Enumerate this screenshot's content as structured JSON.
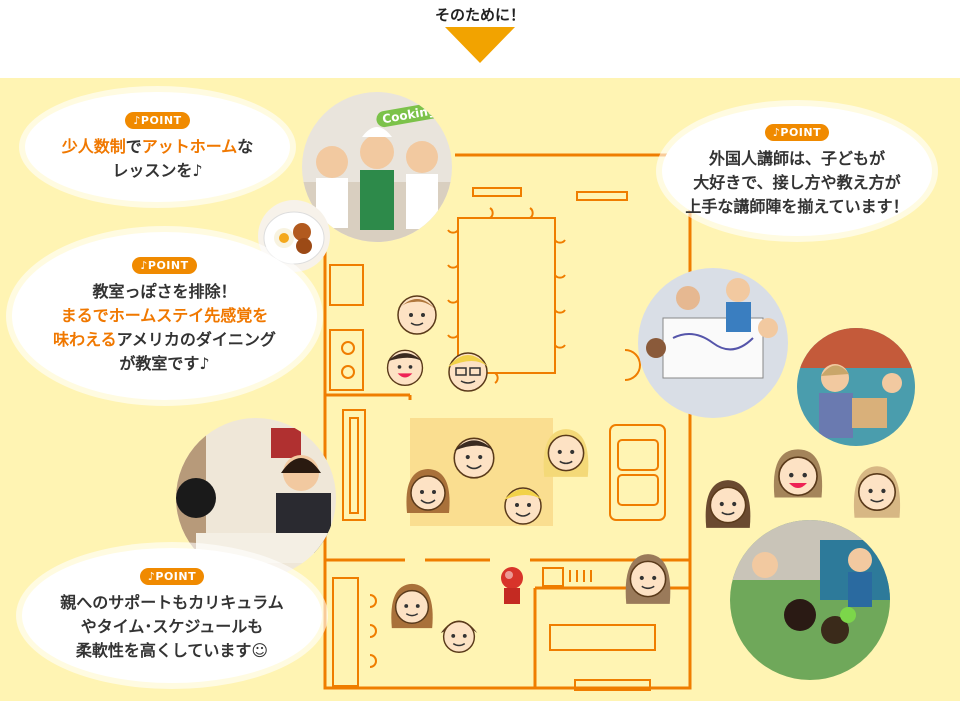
{
  "header": {
    "title": "そのために！"
  },
  "points": [
    {
      "badge": "♪POINT",
      "lines": [
        [
          {
            "t": "少人数制",
            "hl": true
          },
          {
            "t": "で",
            "hl": false
          },
          {
            "t": "アットホーム",
            "hl": true
          },
          {
            "t": "な",
            "hl": false
          }
        ],
        [
          {
            "t": "レッスンを♪",
            "hl": false
          }
        ]
      ]
    },
    {
      "badge": "♪POINT",
      "lines": [
        [
          {
            "t": "教室っぽさを排除！",
            "hl": false
          }
        ],
        [
          {
            "t": "まるでホームステイ先感覚を",
            "hl": true
          }
        ],
        [
          {
            "t": "味わえる",
            "hl": true
          },
          {
            "t": "アメリカのダイニング",
            "hl": false
          }
        ],
        [
          {
            "t": "が教室です♪",
            "hl": false
          }
        ]
      ]
    },
    {
      "badge": "♪POINT",
      "lines": [
        [
          {
            "t": "親へのサポートもカリキュラム",
            "hl": false
          }
        ],
        [
          {
            "t": "やタイム･スケジュールも",
            "hl": false
          }
        ],
        [
          {
            "t": "柔軟性を高くしています☺",
            "hl": false
          }
        ]
      ]
    },
    {
      "badge": "♪POINT",
      "lines": [
        [
          {
            "t": "外国人講師は、子どもが",
            "hl": false
          }
        ],
        [
          {
            "t": "大好きで、接し方や教え方が",
            "hl": false
          }
        ],
        [
          {
            "t": "上手な講師陣を揃えています！",
            "hl": false
          }
        ]
      ]
    }
  ],
  "photos": {
    "cooking_label": "Cooking♪"
  },
  "colors": {
    "accent": "#f08a00",
    "highlight_text": "#f07800",
    "panel_bg": "#fff4b3",
    "floor_line": "#ef7d00",
    "arrow": "#f2a300"
  }
}
